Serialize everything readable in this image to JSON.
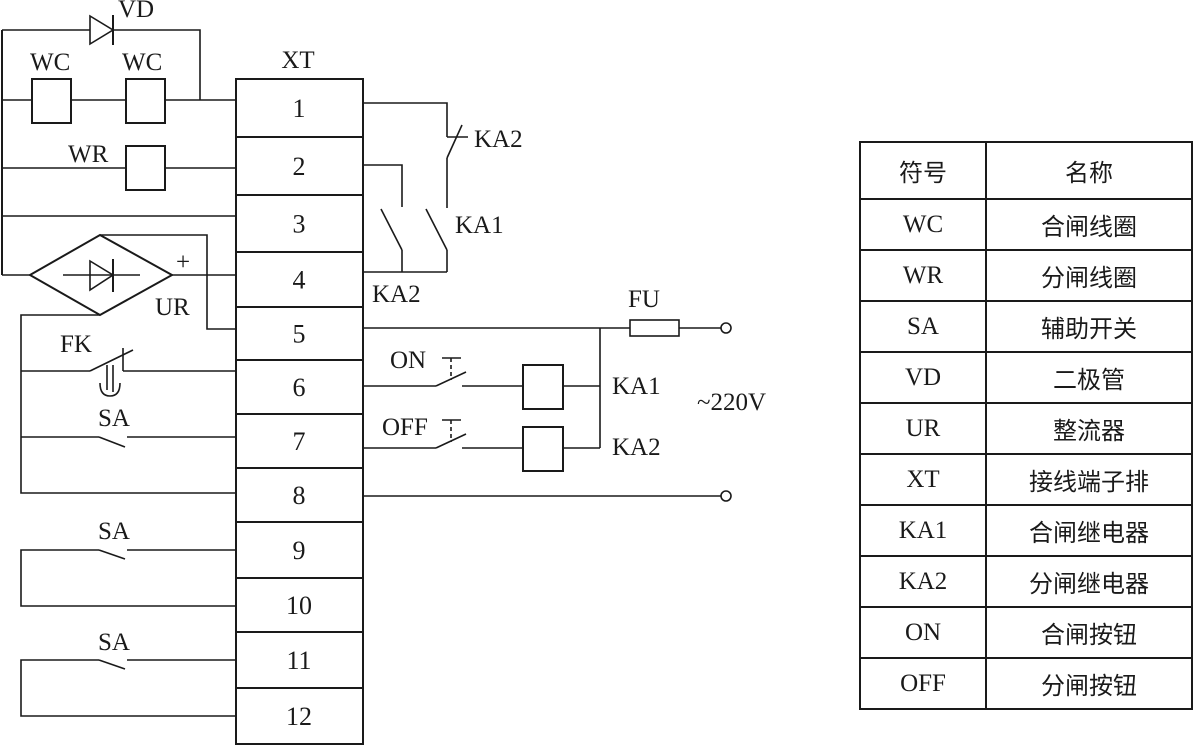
{
  "diagram": {
    "terminal_block": {
      "label": "XT",
      "terminals": [
        "1",
        "2",
        "3",
        "4",
        "5",
        "6",
        "7",
        "8",
        "9",
        "10",
        "11",
        "12"
      ]
    },
    "labels": {
      "vd": "VD",
      "wc_left": "WC",
      "wc_right": "WC",
      "wr": "WR",
      "ur": "UR",
      "ur_plus": "+",
      "fk": "FK",
      "sa_1": "SA",
      "sa_2": "SA",
      "sa_3": "SA",
      "ka2_nc": "KA2",
      "ka1_contact": "KA1",
      "ka2_contact": "KA2",
      "fu": "FU",
      "on": "ON",
      "off": "OFF",
      "ka1_coil": "KA1",
      "ka2_coil": "KA2",
      "supply": "~220V"
    }
  },
  "legend": {
    "headers": [
      "符号",
      "名称"
    ],
    "rows": [
      {
        "symbol": "WC",
        "name": "合闸线圈"
      },
      {
        "symbol": "WR",
        "name": "分闸线圈"
      },
      {
        "symbol": "SA",
        "name": "辅助开关"
      },
      {
        "symbol": "VD",
        "name": "二极管"
      },
      {
        "symbol": "UR",
        "name": "整流器"
      },
      {
        "symbol": "XT",
        "name": "接线端子排"
      },
      {
        "symbol": "KA1",
        "name": "合闸继电器"
      },
      {
        "symbol": "KA2",
        "name": "分闸继电器"
      },
      {
        "symbol": "ON",
        "name": "合闸按钮"
      },
      {
        "symbol": "OFF",
        "name": "分闸按钮"
      }
    ]
  }
}
